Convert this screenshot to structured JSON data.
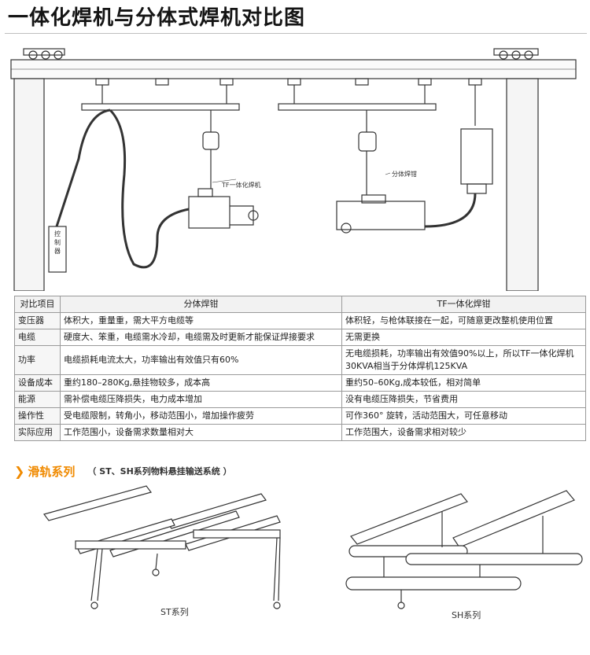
{
  "page": {
    "title": "一体化焊机与分体式焊机对比图"
  },
  "diagram": {
    "labels": {
      "tf_integrated": "TF一体化焊机",
      "split_gun": "分体焊钳",
      "control_box": "控制器"
    }
  },
  "comparison_table": {
    "headers": [
      "对比项目",
      "分体焊钳",
      "TF一体化焊钳"
    ],
    "rows": [
      {
        "item": "变压器",
        "split": "体积大，重量重，需大平方电缆等",
        "integrated": "体积轻，与枪体联接在一起，可随意更改整机使用位置"
      },
      {
        "item": "电缆",
        "split": "硬度大、笨重，电缆需水冷却，电缆需及时更新才能保证焊接要求",
        "integrated": "无需更换"
      },
      {
        "item": "功率",
        "split": "电缆损耗电流太大，功率输出有效值只有60%",
        "integrated": "无电缆损耗，功率输出有效值90%以上，所以TF一体化焊机30KVA相当于分体焊机125KVA"
      },
      {
        "item": "设备成本",
        "split": "重约180–280Kg,悬挂物较多，成本高",
        "integrated": "重约50–60Kg,成本较低，相对简单"
      },
      {
        "item": "能源",
        "split": "需补偿电缆压降损失，电力成本增加",
        "integrated": "没有电缆压降损失，节省费用"
      },
      {
        "item": "操作性",
        "split": "受电缆限制，转角小，移动范围小，增加操作疲劳",
        "integrated": "可作360°  旋转，活动范围大，可任意移动"
      },
      {
        "item": "实际应用",
        "split": "工作范围小，设备需求数量相对大",
        "integrated": "工作范围大，设备需求相对较少"
      }
    ]
  },
  "section": {
    "title": "滑轨系列",
    "subtitle": "（ ST、SH系列物料悬挂输送系统 ）",
    "captions": {
      "st": "ST系列",
      "sh": "SH系列"
    }
  },
  "colors": {
    "accent": "#f08a00",
    "line": "#333333"
  }
}
